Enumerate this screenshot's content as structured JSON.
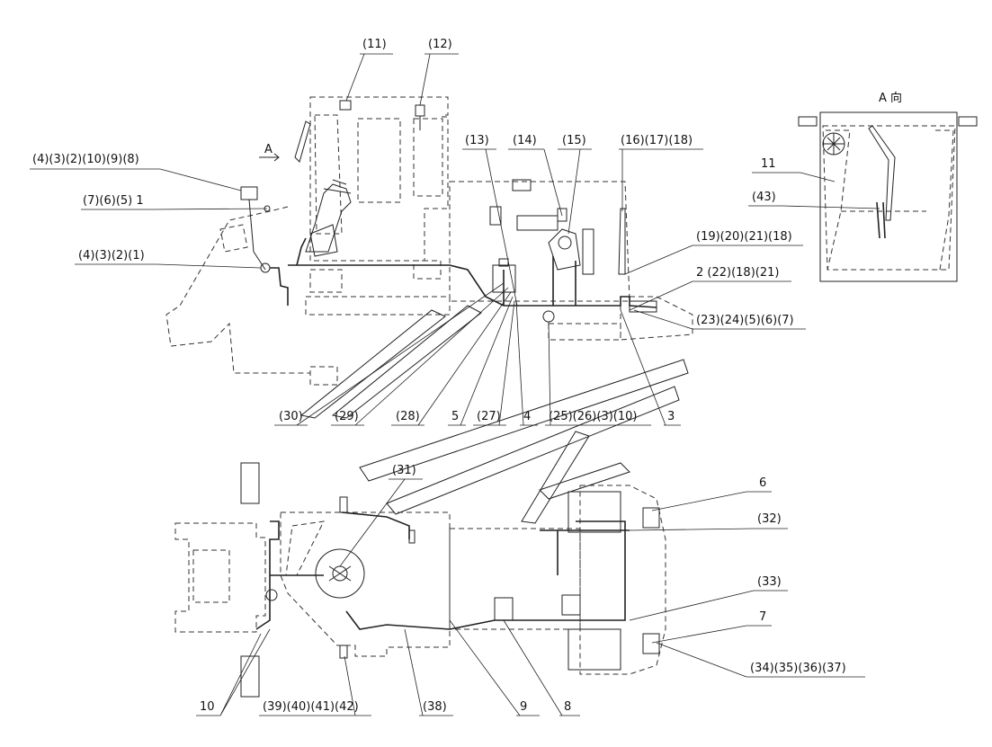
{
  "view_title": "A 向",
  "view_arrow_label": "A",
  "labels": {
    "l11": "(11)",
    "l12": "(12)",
    "l13": "(13)",
    "l14": "(14)",
    "l15": "(15)",
    "l16_18": "(16)(17)(18)",
    "l4_8": "(4)(3)(2)(10)(9)(8)",
    "l7_1": "(7)(6)(5) 1",
    "l4_1": "(4)(3)(2)(1)",
    "l19_18": "(19)(20)(21)(18)",
    "l2_21": "2 (22)(18)(21)",
    "l23_7": "(23)(24)(5)(6)(7)",
    "l30": "(30)",
    "l29": "(29)",
    "l28": "(28)",
    "l5": "5",
    "l27": "(27)",
    "l4": "4",
    "l25_10": "(25)(26)(3)(10)",
    "l3": "3",
    "l31": "(31)",
    "l6": "6",
    "l32": "(32)",
    "l33": "(33)",
    "l7": "7",
    "l34_37": "(34)(35)(36)(37)",
    "l10": "10",
    "l39_42": "(39)(40)(41)(42)",
    "l38": "(38)",
    "l9": "9",
    "l8": "8",
    "aview11": "11",
    "aview43": "(43)"
  }
}
